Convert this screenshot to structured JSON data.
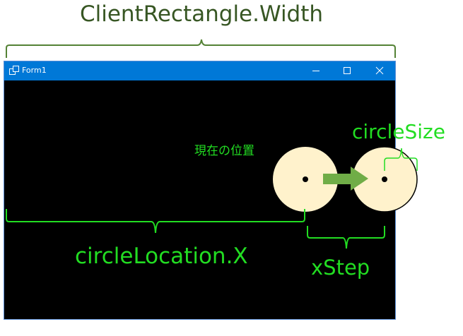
{
  "labels": {
    "client_width": "ClientRectangle.Width",
    "current_position": "現在の位置",
    "circle_size": "circleSize",
    "circle_location_x": "circleLocation.X",
    "x_step": "xStep"
  },
  "window": {
    "title": "Form1",
    "icons": [
      "form-icon",
      "minimize-icon",
      "maximize-icon",
      "close-icon"
    ]
  },
  "colors": {
    "dark_green": "#375623",
    "bright_green": "#22dd22",
    "circle_fill": "#fff2cc",
    "arrow": "#70ad47",
    "titlebar": "#0078d7"
  }
}
